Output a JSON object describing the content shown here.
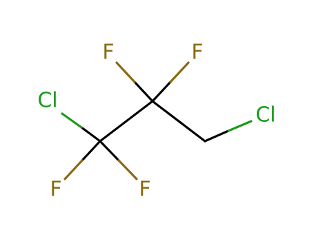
{
  "molecule": {
    "atoms": [
      {
        "id": "c1",
        "element": "C",
        "label": ""
      },
      {
        "id": "c2",
        "element": "C",
        "label": ""
      },
      {
        "id": "c3",
        "element": "C",
        "label": ""
      },
      {
        "id": "cl1",
        "element": "Cl",
        "label": "Cl"
      },
      {
        "id": "f1",
        "element": "F",
        "label": "F"
      },
      {
        "id": "f2",
        "element": "F",
        "label": "F"
      },
      {
        "id": "f3",
        "element": "F",
        "label": "F"
      },
      {
        "id": "f4",
        "element": "F",
        "label": "F"
      },
      {
        "id": "cl2",
        "element": "Cl",
        "label": "Cl"
      }
    ],
    "bonds": [
      {
        "from": "c1",
        "to": "cl1",
        "order": 1
      },
      {
        "from": "c1",
        "to": "f1",
        "order": 1
      },
      {
        "from": "c1",
        "to": "f2",
        "order": 1
      },
      {
        "from": "c1",
        "to": "c2",
        "order": 1
      },
      {
        "from": "c2",
        "to": "f3",
        "order": 1
      },
      {
        "from": "c2",
        "to": "f4",
        "order": 1
      },
      {
        "from": "c2",
        "to": "c3",
        "order": 1
      },
      {
        "from": "c3",
        "to": "cl2",
        "order": 1
      }
    ]
  },
  "colors": {
    "carbon": "#000000",
    "chlorine": "#1a9a1a",
    "fluorine": "#8a6a10",
    "background": "#ffffff"
  }
}
